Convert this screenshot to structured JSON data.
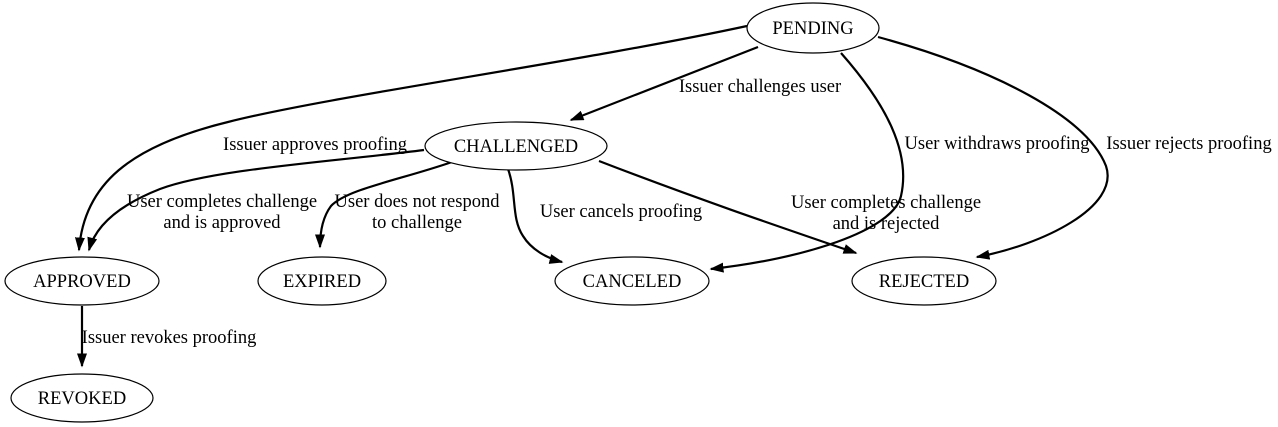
{
  "diagram": {
    "type": "state-machine",
    "colors": {
      "background": "#ffffff",
      "node_fill": "#ffffff",
      "node_border": "#000000",
      "edge": "#000000",
      "text": "#000000"
    },
    "nodes": [
      {
        "id": "pending",
        "label": "PENDING"
      },
      {
        "id": "challenged",
        "label": "CHALLENGED"
      },
      {
        "id": "approved",
        "label": "APPROVED"
      },
      {
        "id": "expired",
        "label": "EXPIRED"
      },
      {
        "id": "canceled",
        "label": "CANCELED"
      },
      {
        "id": "rejected",
        "label": "REJECTED"
      },
      {
        "id": "revoked",
        "label": "REVOKED"
      }
    ],
    "edges": [
      {
        "from": "PENDING",
        "to": "CHALLENGED",
        "label": "Issuer challenges user",
        "label_lines": [
          "Issuer challenges user"
        ]
      },
      {
        "from": "PENDING",
        "to": "APPROVED",
        "label": "Issuer approves proofing",
        "label_lines": [
          "Issuer approves proofing"
        ]
      },
      {
        "from": "CHALLENGED",
        "to": "APPROVED",
        "label": "User completes challenge and is approved",
        "label_lines": [
          "User completes challenge",
          "and is approved"
        ]
      },
      {
        "from": "CHALLENGED",
        "to": "EXPIRED",
        "label": "User does not respond to challenge",
        "label_lines": [
          "User does not respond",
          "to challenge"
        ]
      },
      {
        "from": "CHALLENGED",
        "to": "CANCELED",
        "label": "User cancels proofing",
        "label_lines": [
          "User cancels proofing"
        ]
      },
      {
        "from": "CHALLENGED",
        "to": "REJECTED",
        "label": "User completes challenge and is rejected",
        "label_lines": [
          "User completes challenge",
          "and is rejected"
        ]
      },
      {
        "from": "PENDING",
        "to": "CANCELED",
        "label": "User withdraws proofing",
        "label_lines": [
          "User withdraws proofing"
        ]
      },
      {
        "from": "PENDING",
        "to": "REJECTED",
        "label": "Issuer rejects proofing",
        "label_lines": [
          "Issuer rejects proofing"
        ]
      },
      {
        "from": "APPROVED",
        "to": "REVOKED",
        "label": "Issuer revokes proofing",
        "label_lines": [
          "Issuer revokes proofing"
        ]
      }
    ]
  }
}
